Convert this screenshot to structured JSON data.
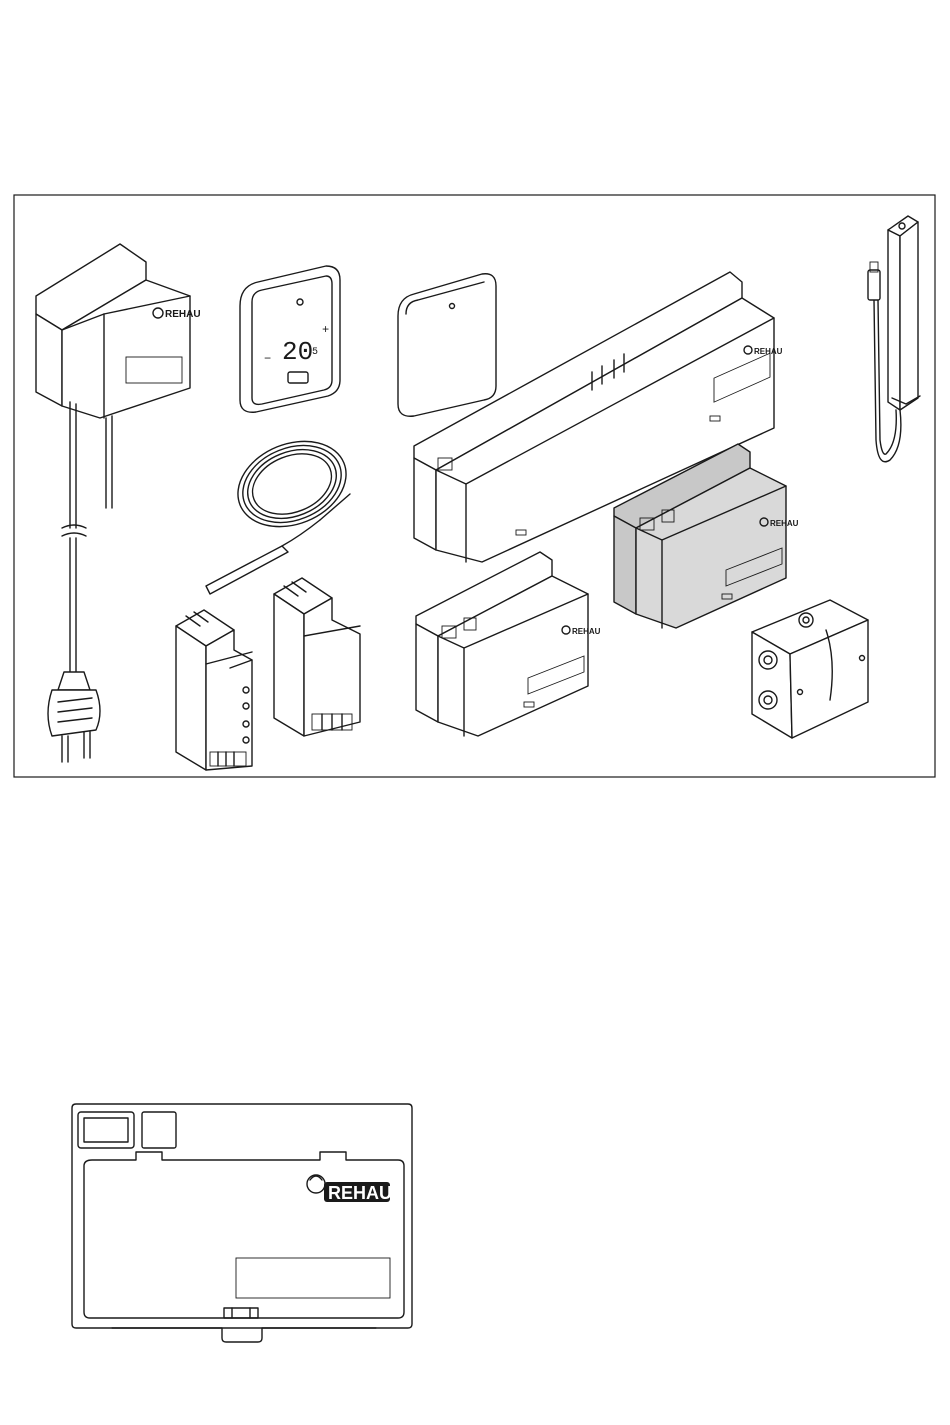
{
  "brand": {
    "name": "REHAU"
  },
  "thermostat": {
    "display_value": "20",
    "display_decimal": "5",
    "minus_sign": "−",
    "plus_sign": "+"
  },
  "colors": {
    "line": "#1a1a1a",
    "highlight_fill": "#d9d9d9",
    "background": "#ffffff"
  }
}
